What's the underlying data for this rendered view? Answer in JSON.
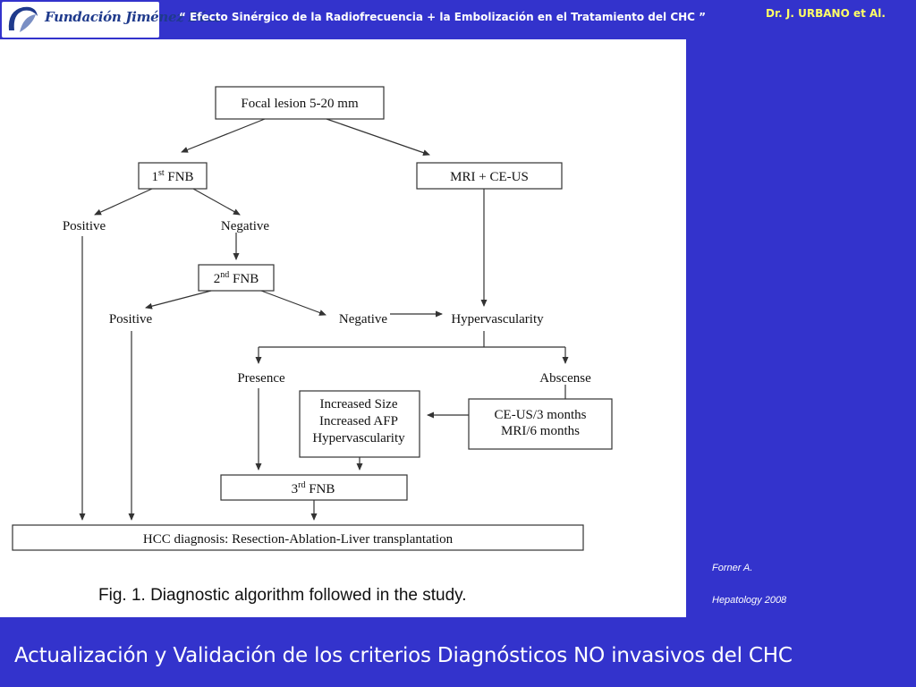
{
  "header": {
    "logo_text": "Fundación Jiménez Díaz",
    "title": "“ Efecto Sinérgico de la Radiofrecuencia + la Embolización en el Tratamiento del  CHC ”",
    "author": "Dr. J. URBANO et Al."
  },
  "diagram": {
    "nodes": {
      "focal_lesion": "Focal lesion 5-20 mm",
      "fnb1_main": "1",
      "fnb1_sup": "st",
      "fnb1_tail": " FNB",
      "mri_ceus": "MRI + CE-US",
      "positive_1": "Positive",
      "negative_1": "Negative",
      "fnb2_main": "2",
      "fnb2_sup": "nd",
      "fnb2_tail": " FNB",
      "positive_2": "Positive",
      "negative_2": "Negative",
      "hypervascularity": "Hypervascularity",
      "presence": "Presence",
      "absence": "Abscense",
      "increased_size": "Increased Size",
      "increased_afp": "Increased AFP",
      "hypervascularity_box": "Hypervascularity",
      "ceus_3": "CE-US/3 months",
      "mri_6": "MRI/6 months",
      "fnb3_main": "3",
      "fnb3_sup": "rd",
      "fnb3_tail": " FNB",
      "hcc_diagnosis": "HCC diagnosis: Resection-Ablation-Liver transplantation"
    },
    "caption": "Fig. 1.  Diagnostic algorithm followed in the study."
  },
  "reference": {
    "author": "Forner A.",
    "journal": "Hepatology 2008"
  },
  "footer": {
    "title": "Actualización y Validación de los criterios Diagnósticos NO invasivos del CHC"
  },
  "colors": {
    "background": "#3333cc",
    "header_text": "#ffffff",
    "author_text": "#ffff66"
  }
}
